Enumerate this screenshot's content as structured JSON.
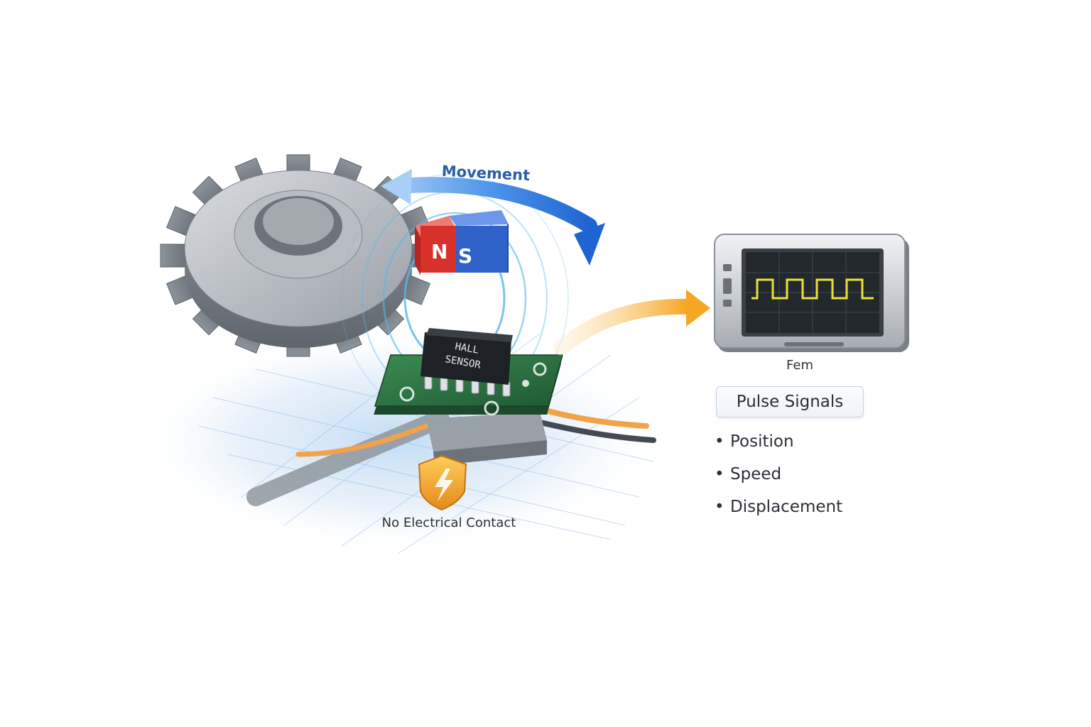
{
  "movement_label": "Movement",
  "magnet": {
    "north": "N",
    "south": "S",
    "north_color": "#d6312b",
    "south_color": "#2f63c9"
  },
  "chip_label": {
    "line1": "HALL",
    "line2": "SENSOR"
  },
  "screen_label": "Fem",
  "pulse_signals_label": "Pulse Signals",
  "outputs": [
    "Position",
    "Speed",
    "Displacement"
  ],
  "no_contact_label": "No Electrical Contact",
  "icons": {
    "gear": "gear-icon",
    "magnet": "magnet-icon",
    "sensor": "hall-sensor-chip",
    "display": "oscilloscope-display",
    "shield": "shield-bolt-icon",
    "arrow": "signal-arrow-icon"
  },
  "colors": {
    "movement_arrow": "#2f7be0",
    "signal_arrow": "#f5a623",
    "waveform": "#e9e23a",
    "pcb": "#2f7a45"
  }
}
